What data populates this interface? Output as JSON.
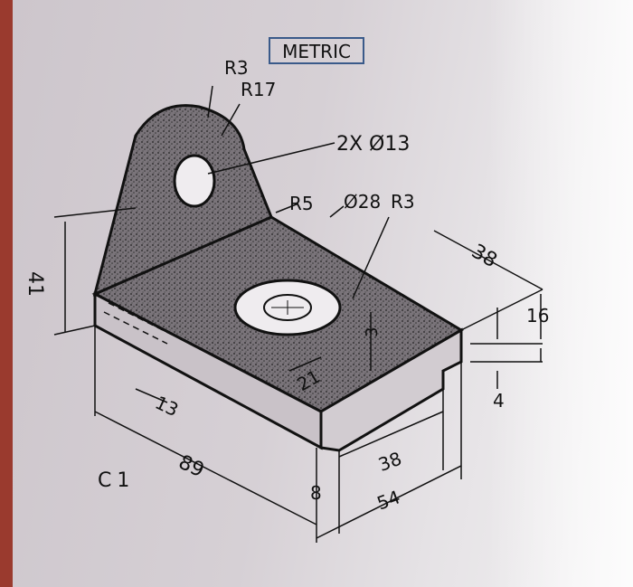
{
  "figure": {
    "label": "C1",
    "units_box": "METRIC",
    "radius_labels": [
      "R3",
      "R17",
      "R5",
      "R3"
    ],
    "hole_callout": "2X Ø13",
    "counterbore_callout": "Ø28",
    "dimensions": {
      "height_overall": "41",
      "length": "89",
      "depth": "38",
      "base_height": "16",
      "step": "4",
      "hole_offset": "13",
      "slot_depth": "3",
      "boss_dia": "21",
      "bottom_width_inner": "38",
      "bottom_width_outer": "54",
      "edge": "8"
    }
  }
}
